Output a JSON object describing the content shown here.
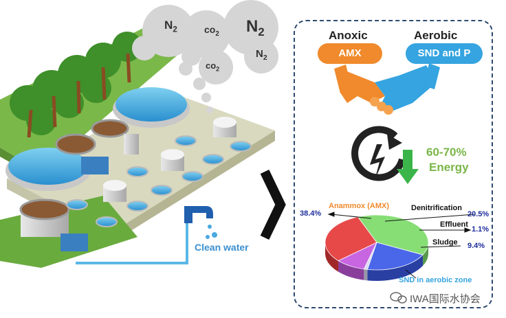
{
  "clouds": {
    "n2_a": "N",
    "n2_b": "N",
    "n2_c": "N",
    "co2_a": "co",
    "co2_b": "co",
    "sub2": "2"
  },
  "tap": {
    "label": "Clean water"
  },
  "panel": {
    "anoxic": "Anoxic",
    "aerobic": "Aerobic",
    "amx": "AMX",
    "snd": "SND and P",
    "energy_pct": "60-70%",
    "energy_word": "Energy"
  },
  "colors": {
    "orange": "#f08a2c",
    "blue": "#35a4e0",
    "green": "#7ab648",
    "navy": "#2c4a6e"
  },
  "chart_data": {
    "type": "pie",
    "slices": [
      {
        "label": "Anammox (AMX)",
        "value": 38.4,
        "value_label": "38.4%",
        "color": "#7ddc6a"
      },
      {
        "label": "Denitrification",
        "value": 20.5,
        "value_label": "20.5%",
        "color": "#3b5be8"
      },
      {
        "label": "Effluent",
        "value": 1.1,
        "value_label": "1.1%",
        "color": "#d8d8f0"
      },
      {
        "label": "Sludge",
        "value": 9.4,
        "value_label": "9.4%",
        "color": "#c45ae0"
      },
      {
        "label": "SND in aerobic zone",
        "value": 30.6,
        "value_label": "",
        "color": "#e63a3a"
      }
    ]
  },
  "watermark": {
    "text": "IWA国际水协会"
  }
}
